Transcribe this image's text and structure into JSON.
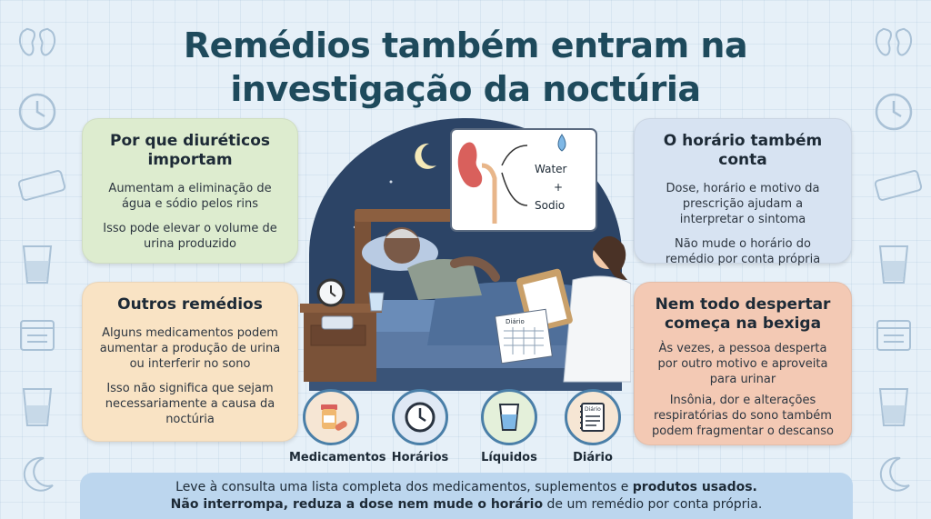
{
  "title": {
    "line1": "Remédios também entram na",
    "line2": "investigação da noctúria"
  },
  "cards": {
    "diureticos": {
      "heading": "Por que diuréticos importam",
      "p1": "Aumentam a eliminação de água e sódio pelos rins",
      "p2": "Isso pode elevar o volume de urina produzido"
    },
    "outros": {
      "heading": "Outros remédios",
      "p1": "Alguns medicamentos podem aumentar a produção de urina ou interferir no sono",
      "p2": "Isso não significa que sejam necessariamente a causa da noctúria"
    },
    "horario": {
      "heading": "O horário também conta",
      "p1": "Dose, horário e motivo da prescrição ajudam a interpretar o sintoma",
      "p2": "Não mude o horário do remédio por conta própria"
    },
    "despertar": {
      "heading": "Nem todo despertar começa na bexiga",
      "p1": "Às vezes, a pessoa desperta por outro motivo e aproveita para urinar",
      "p2": "Insônia, dor e alterações respiratórias do sono também podem fragmentar o descanso"
    }
  },
  "scene": {
    "kidney_water": "Water",
    "kidney_plus": "+",
    "kidney_sodio": "Sodio",
    "clipboard_label": "Diário"
  },
  "icons": [
    {
      "label": "Medicamentos",
      "icon": "pill-bottle-icon"
    },
    {
      "label": "Horários",
      "icon": "clock-icon"
    },
    {
      "label": "Líquidos",
      "icon": "water-glass-icon"
    },
    {
      "label": "Diário",
      "icon": "diary-icon",
      "text": "Diário"
    }
  ],
  "footer": {
    "line1_a": "Leve à consulta uma lista completa dos medicamentos, suplementos e ",
    "line1_b": "produtos usados.",
    "line2_a": "Não interrompa, reduza a dose nem mude o horário",
    "line2_b": " de um remédio por conta própria."
  },
  "colors": {
    "title": "#1e4a5c",
    "green_card": "#ddeccf",
    "orange_card": "#f9e3c4",
    "blue_card": "#d7e3f2",
    "salmon_card": "#f3c9b4",
    "footer": "#bcd6ee"
  }
}
